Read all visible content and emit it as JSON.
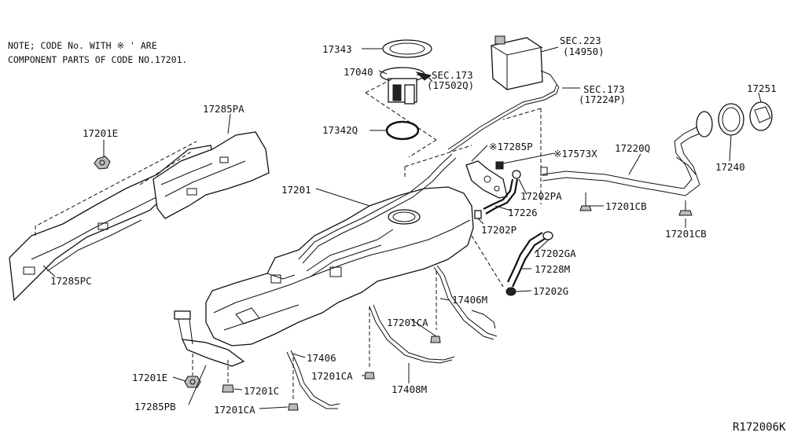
{
  "note": {
    "line1": "NOTE; CODE No. WITH ※ ' ARE",
    "line2": "COMPONENT PARTS OF CODE NO.17201."
  },
  "labels": {
    "p17343": "17343",
    "p17040": "17040",
    "sec173_pump": "SEC.173",
    "sec173_pump_sub": "(17502Q)",
    "sec223": "SEC.223",
    "sec223_sub": "(14950)",
    "sec173_line": "SEC.173",
    "sec173_line_sub": "(17224P)",
    "p17251": "17251",
    "p17342q": "17342Q",
    "p17285pa": "17285PA",
    "p17201e_top": "17201E",
    "p17201": "17201",
    "p17285p": "※17285P",
    "p17573x": "※17573X",
    "p17220q": "17220Q",
    "p17240": "17240",
    "p17202pa": "17202PA",
    "p17226": "17226",
    "p17201cb_a": "17201CB",
    "p17201cb_b": "17201CB",
    "p17202p": "17202P",
    "p17202ga": "17202GA",
    "p17228m": "17228M",
    "p17202g": "17202G",
    "p17285pc": "17285PC",
    "p17406m": "17406M",
    "p17201ca_a": "17201CA",
    "p17406": "17406",
    "p17201ca_b": "17201CA",
    "p17408m": "17408M",
    "p17201e_bot": "17201E",
    "p17201c": "17201C",
    "p17285pb": "17285PB",
    "p17201ca_c": "17201CA",
    "ref": "R172006K"
  }
}
